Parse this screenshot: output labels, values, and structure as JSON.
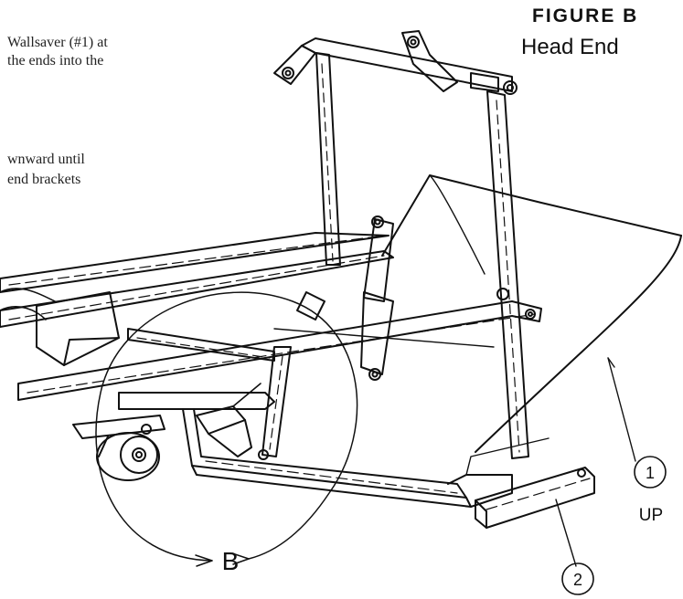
{
  "figure": {
    "title": "FIGURE B",
    "subtitle": "Head End"
  },
  "instructions": {
    "line1": "Wallsaver (#1) at",
    "line2": "the ends into the",
    "line3": "wnward until",
    "line4": "end brackets"
  },
  "callouts": {
    "part1": "1",
    "part2": "2",
    "direction": "UP",
    "detail_label": "B"
  },
  "colors": {
    "ink": "#111111",
    "paper": "#ffffff"
  }
}
